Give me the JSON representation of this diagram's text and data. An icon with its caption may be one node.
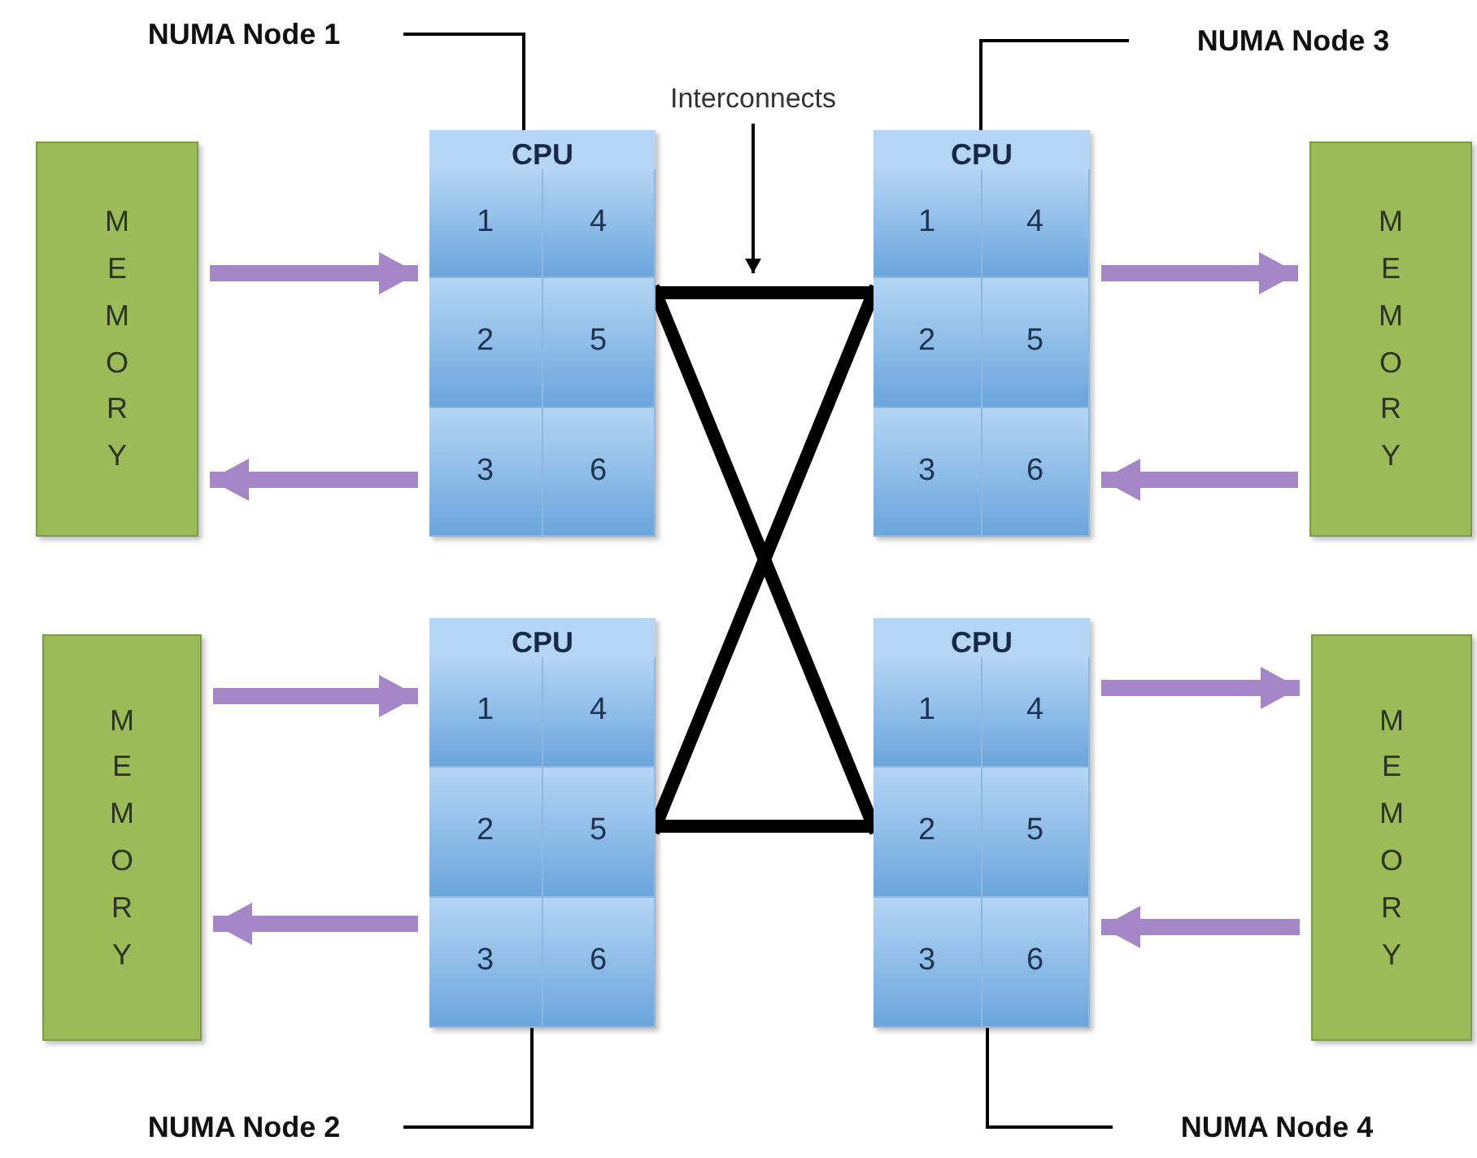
{
  "diagram": {
    "nodes": [
      {
        "text": [
          "NUMA Node 1"
        ]
      },
      {
        "text": [
          "Interconnects"
        ]
      },
      {
        "text": [
          "NUMA Node 3"
        ]
      },
      {
        "text": [
          "MEMORY"
        ]
      },
      {
        "text": [
          "CPU"
        ]
      },
      {
        "text": [
          "1"
        ],
        "in": 4
      },
      {
        "text": [
          "4"
        ],
        "in": 4
      },
      {
        "text": [
          "2"
        ],
        "in": 4
      },
      {
        "text": [
          "5"
        ],
        "in": 4
      },
      {
        "text": [
          "3"
        ],
        "in": 4
      },
      {
        "text": [
          "6"
        ],
        "in": 4
      },
      {
        "text": [
          "CPU"
        ]
      },
      {
        "text": [
          "1"
        ],
        "in": 11
      },
      {
        "text": [
          "4"
        ],
        "in": 11
      },
      {
        "text": [
          "2"
        ],
        "in": 11
      },
      {
        "text": [
          "5"
        ],
        "in": 11
      },
      {
        "text": [
          "3"
        ],
        "in": 11
      },
      {
        "text": [
          "6"
        ],
        "in": 11
      },
      {
        "text": [
          "MEMORY"
        ]
      },
      {
        "text": [
          "MEMORY"
        ]
      },
      {
        "text": [
          "CPU"
        ]
      },
      {
        "text": [
          "1"
        ],
        "in": 20
      },
      {
        "text": [
          "4"
        ],
        "in": 20
      },
      {
        "text": [
          "2"
        ],
        "in": 20
      },
      {
        "text": [
          "5"
        ],
        "in": 20
      },
      {
        "text": [
          "3"
        ],
        "in": 20
      },
      {
        "text": [
          "6"
        ],
        "in": 20
      },
      {
        "text": [
          "CPU"
        ]
      },
      {
        "text": [
          "1"
        ],
        "in": 27
      },
      {
        "text": [
          "4"
        ],
        "in": 27
      },
      {
        "text": [
          "2"
        ],
        "in": 27
      },
      {
        "text": [
          "5"
        ],
        "in": 27
      },
      {
        "text": [
          "3"
        ],
        "in": 27
      },
      {
        "text": [
          "6"
        ],
        "in": 27
      },
      {
        "text": [
          "MEMORY"
        ]
      },
      {
        "text": [
          "NUMA Node 2"
        ]
      },
      {
        "text": [
          "NUMA Node 4"
        ]
      }
    ],
    "edges": [
      {
        "from": 0,
        "to": 4,
        "arrow": "none"
      },
      {
        "from": 1,
        "to": null,
        "arrow": "to"
      },
      {
        "from": 2,
        "to": 11,
        "arrow": "none"
      },
      {
        "from": 3,
        "to": 4,
        "arrow": "to",
        "color": "#a586c6"
      },
      {
        "from": 4,
        "to": 3,
        "arrow": "to",
        "color": "#a586c6"
      },
      {
        "from": 11,
        "to": 18,
        "arrow": "to",
        "color": "#a586c6"
      },
      {
        "from": 18,
        "to": 11,
        "arrow": "to",
        "color": "#a586c6"
      },
      {
        "from": 4,
        "to": 11,
        "arrow": "none"
      },
      {
        "from": 4,
        "to": 27,
        "arrow": "none"
      },
      {
        "from": 11,
        "to": 20,
        "arrow": "none"
      },
      {
        "from": 20,
        "to": 27,
        "arrow": "none"
      },
      {
        "from": 19,
        "to": 20,
        "arrow": "to",
        "color": "#a586c6"
      },
      {
        "from": 20,
        "to": 19,
        "arrow": "to",
        "color": "#a586c6"
      },
      {
        "from": 27,
        "to": 34,
        "arrow": "to",
        "color": "#a586c6"
      },
      {
        "from": 34,
        "to": 27,
        "arrow": "to",
        "color": "#a586c6"
      },
      {
        "from": 35,
        "to": 20,
        "arrow": "none"
      },
      {
        "from": 36,
        "to": 27,
        "arrow": "none"
      }
    ]
  }
}
